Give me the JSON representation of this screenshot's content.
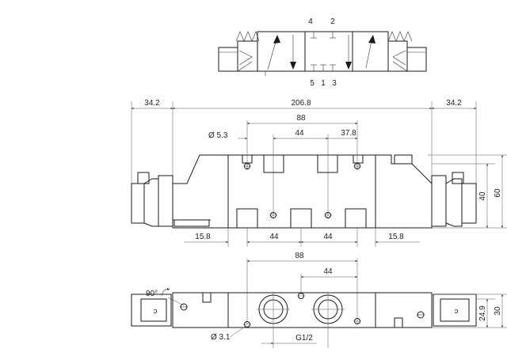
{
  "symbol": {
    "ports_top": [
      "4",
      "2"
    ],
    "ports_bottom": [
      "5",
      "1",
      "3"
    ]
  },
  "front_view": {
    "overall_length": "206.8",
    "left_extension": "34.2",
    "right_extension": "34.2",
    "mount_hole_spacing": "88",
    "hole_diameter": "Ø 5.3",
    "port_pitch_top": "44",
    "offset_right": "37.8",
    "height_inner": "40",
    "height_outer": "60",
    "bottom_left": "15.8",
    "bottom_pitch_1": "44",
    "bottom_pitch_2": "44",
    "bottom_right": "15.8"
  },
  "bottom_view": {
    "mount_hole_spacing": "88",
    "port_pitch": "44",
    "rotation_note": "90°",
    "hole_diameter": "Ø 3.1",
    "thread": "G1/2",
    "height_inner": "24.9",
    "height_outer": "30"
  }
}
